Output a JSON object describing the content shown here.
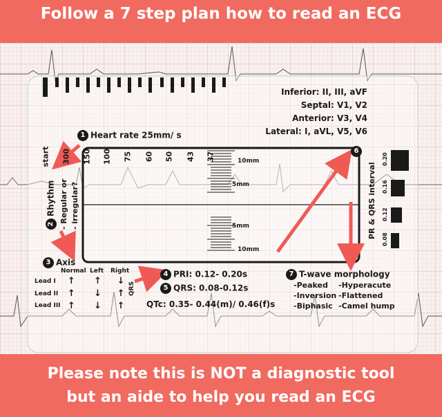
{
  "header": {
    "title": "Follow a 7 step plan how to read an ECG"
  },
  "footer": {
    "line1": "Please note this is NOT a diagnostic tool",
    "line2": "but an aide to help you read an ECG"
  },
  "ruler": {
    "labels": [
      "start",
      "300",
      "150",
      "100",
      "75",
      "60",
      "50",
      "43",
      "37"
    ]
  },
  "leads": {
    "inferior": "Inferior: II, III, aVF",
    "septal": "Septal: V1, V2",
    "anterior": "Anterior: V3, V4",
    "lateral": "Lateral: I, aVL, V5, V6"
  },
  "steps": {
    "s1_num": "1",
    "s1": "Heart rate 25mm/ s",
    "s2_num": "2",
    "s2_a": "Rhythm",
    "s2_b": "- Regular or",
    "s2_c": "- irregular?",
    "s3_num": "3",
    "s3": "Axis",
    "s4_num": "4",
    "s4": "PRI: 0.12- 0.20s",
    "s5_num": "5",
    "s5": "QRS: 0.08-0.12s",
    "qtc": "QTc: 0.35- 0.44(m)/ 0.46(f)s",
    "s6_num": "6",
    "s7_num": "7",
    "s7": "T-wave morphology"
  },
  "axis_table": {
    "headers": [
      "Normal",
      "Left",
      "Right"
    ],
    "rows": [
      "Lead I",
      "Lead II",
      "Lead III"
    ],
    "qrs_label": "QRS"
  },
  "scale": {
    "top": "10mm",
    "mid_top": "5mm",
    "mid_bottom": "5mm",
    "bottom": "10mm"
  },
  "interval": {
    "label": "PR & QRS interval",
    "ticks": [
      "0.20",
      "0.16",
      "0.12",
      "0.08"
    ]
  },
  "twave": {
    "col1": [
      "-Peaked",
      "-Inversion",
      "-Biphasic"
    ],
    "col2": [
      "-Hyperacute",
      "-Flattened",
      "-Camel hump"
    ]
  },
  "colors": {
    "banner": "#f06a60",
    "arrow": "#ef5a55",
    "ink": "#1a1a1a",
    "grid": "#e9b8b8"
  }
}
